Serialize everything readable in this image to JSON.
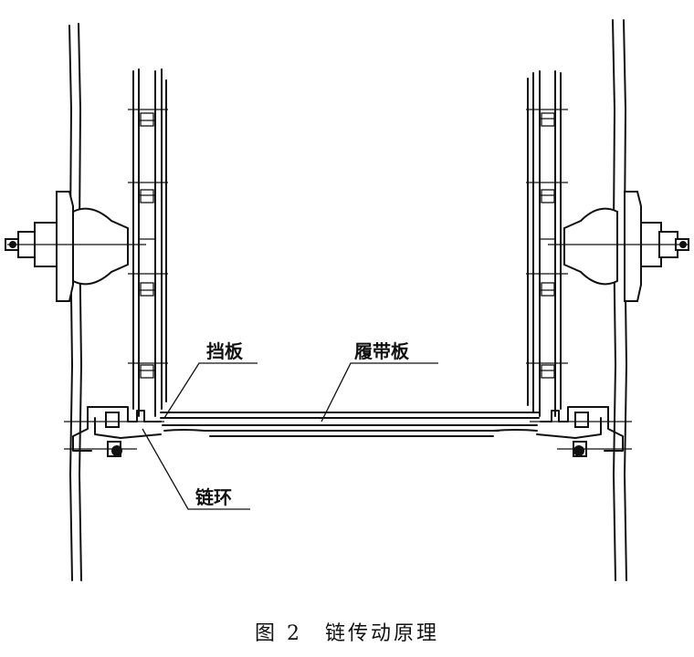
{
  "labels": {
    "baffle": "挡板",
    "track_plate": "履带板",
    "chain_ring": "链环"
  },
  "caption": "图 2　链传动原理"
}
